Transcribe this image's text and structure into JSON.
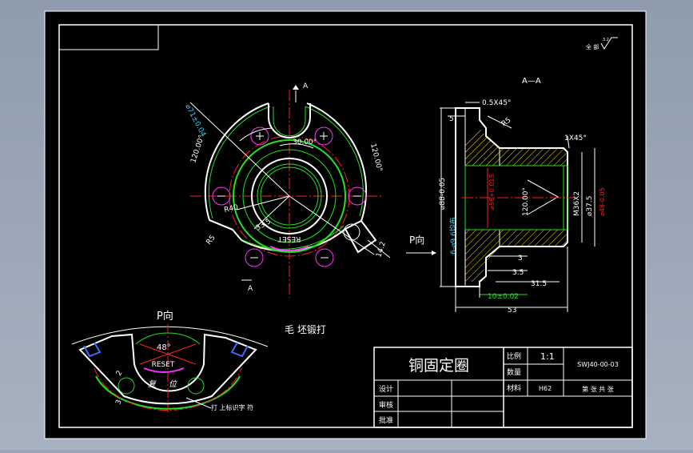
{
  "colors": {
    "background": "#9aa6b5",
    "sheet": "#000000",
    "line_white": "#ffffff",
    "line_red": "#ff2020",
    "line_green": "#22e022",
    "line_cyan": "#2fd6ff",
    "line_magenta": "#ff33ff",
    "line_blue": "#3a6bff",
    "line_yellow": "#ffe600"
  },
  "top_right_note": {
    "text": "全 部",
    "roughness": "3.2"
  },
  "front_view": {
    "section_mark_top": "A",
    "section_mark_bottom": "A",
    "dim_diameter": "⌀71±0.04",
    "dim_angle_left": "120.00°",
    "dim_angle_right": "120.00°",
    "dim_angle_top": "30.00°",
    "dim_r40": "R40",
    "dim_33_5": "33.5",
    "dim_r5": "R5",
    "dim_14_2": "14.2",
    "engraved_text": "RESET",
    "holes_note": "6-⌀9.6均布"
  },
  "section_view": {
    "title": "A—A",
    "chamfer_top": "0.5X45°",
    "chamfer_right": "1X45°",
    "dim_r5": "R5",
    "dim_5": "5",
    "dim_d88": "⌀88-0.05",
    "dim_d56": "⌀56+0.015",
    "dim_angle": "120.00°",
    "dim_thread": "M36X2",
    "dim_d37_5": "⌀37.5",
    "dim_d48": "⌀48-0.05",
    "dim_3": "3",
    "dim_3_5": "3.5",
    "dim_31_5": "31.5",
    "dim_10": "10±0.02",
    "dim_53": "53",
    "arrow_label": "P向"
  },
  "p_view": {
    "title": "P向",
    "dim_angle": "48°",
    "engraved_text": "RESET",
    "text_a": "复",
    "text_b": "位",
    "dim_2": "2",
    "dim_3": "3",
    "note": "打 上标识字 符"
  },
  "blank_note": "毛 坯锻打",
  "title_block": {
    "part_name": "铜固定圈",
    "scale_label": "比例",
    "scale_value": "1:1",
    "qty_label": "数量",
    "material_label": "材料",
    "material_value": "H62",
    "drawing_no": "SWJ40-00-03",
    "sheet_text": "第 张 共 张",
    "designer_label": "设计",
    "checker_label": "审核",
    "approver_label": "批准"
  }
}
